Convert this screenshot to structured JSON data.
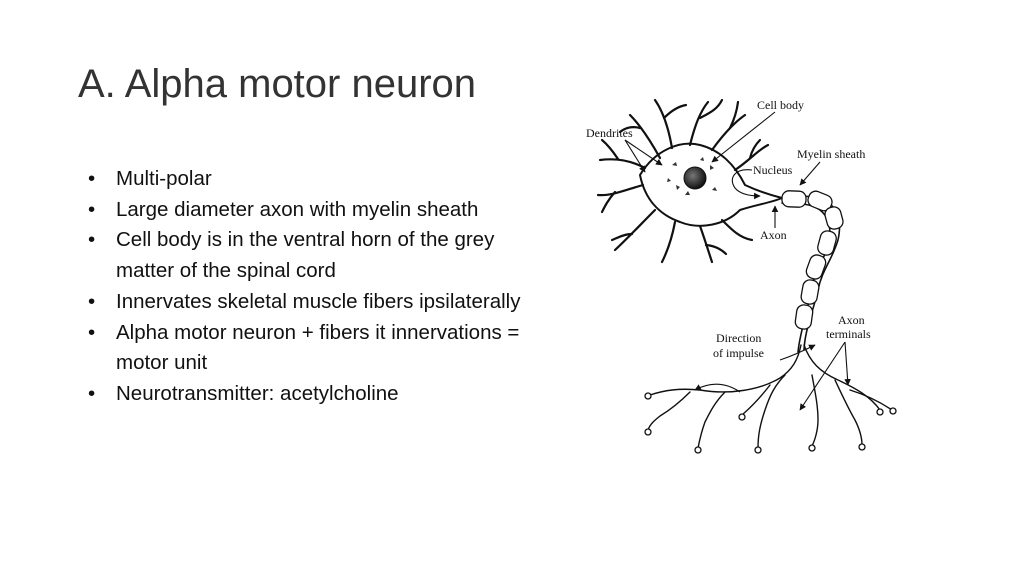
{
  "slide": {
    "title": "A. Alpha motor neuron",
    "bullets": [
      "Multi-polar",
      "Large diameter axon with myelin sheath",
      "Cell body is in the ventral horn of the grey matter of the spinal cord",
      "Innervates skeletal muscle fibers ipsilaterally",
      "Alpha motor neuron + fibers it innervations = motor unit",
      "Neurotransmitter: acetylcholine"
    ],
    "bullet_symbol": "•"
  },
  "diagram": {
    "labels": {
      "cell_body": "Cell body",
      "dendrites": "Dendrites",
      "myelin_sheath": "Myelin sheath",
      "nucleus": "Nucleus",
      "axon": "Axon",
      "axon_terminals_1": "Axon",
      "axon_terminals_2": "terminals",
      "direction_1": "Direction",
      "direction_2": "of impulse"
    }
  }
}
